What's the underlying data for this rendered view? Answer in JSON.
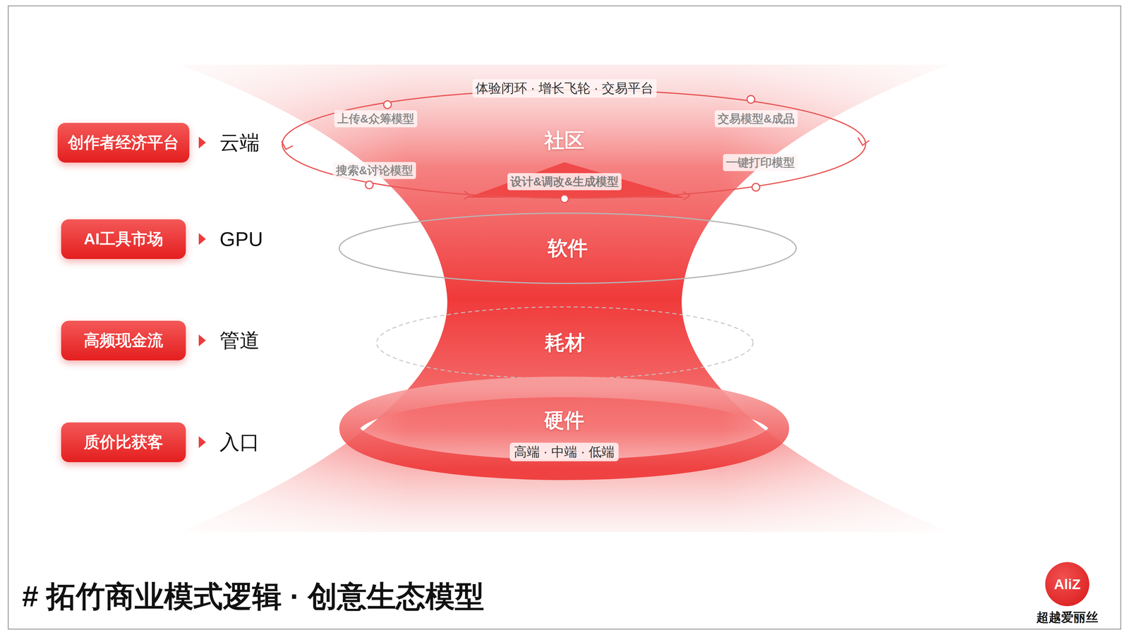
{
  "diagram": {
    "title": "# 拓竹商业模式逻辑 · 创意生态模型",
    "nodes": [
      {
        "text": [
          "创作者经济平台"
        ]
      },
      {
        "text": [
          "AI工具市场"
        ]
      },
      {
        "text": [
          "高频现金流"
        ]
      },
      {
        "text": [
          "质价比获客"
        ]
      },
      {
        "text": [
          "社区"
        ]
      },
      {
        "text": [
          "软件"
        ]
      },
      {
        "text": [
          "耗材"
        ]
      },
      {
        "text": [
          "硬件",
          "高端 · 中端 · 低端"
        ]
      },
      {
        "text": [
          "AliZ",
          "超越爱丽丝"
        ]
      }
    ],
    "labels": [
      "云端",
      "GPU",
      "管道",
      "入口",
      "体验闭环 · 增长飞轮 · 交易平台",
      "上传&众筹模型",
      "交易模型&成品",
      "搜索&讨论模型",
      "一键打印模型",
      "设计&调改&生成模型"
    ]
  }
}
